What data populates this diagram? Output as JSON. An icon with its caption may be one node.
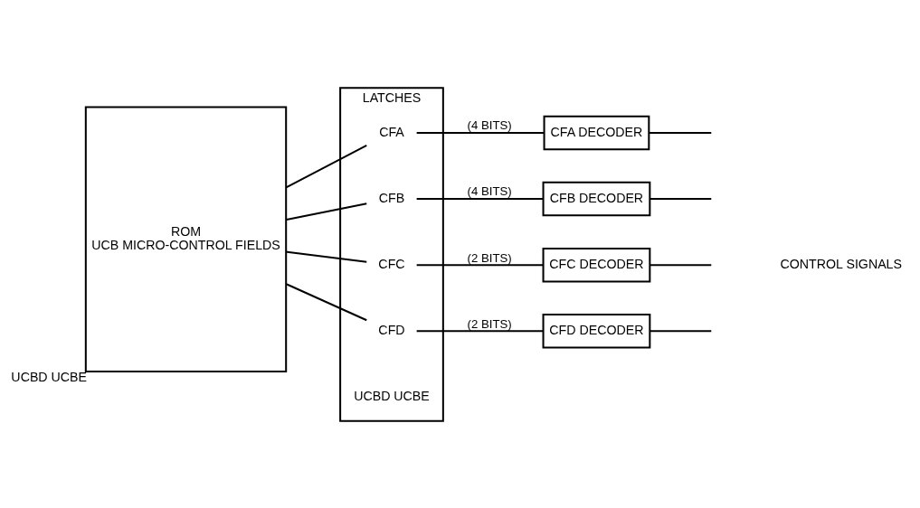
{
  "diagram": {
    "nodes": [
      {
        "text": [
          "ROM",
          "UCB MICRO-CONTROL FIELDS"
        ],
        "beside": [
          "UCBD UCBE"
        ]
      },
      {
        "text": [
          "LATCHES"
        ],
        "beside": [
          "UCBD UCBE"
        ]
      },
      {
        "text": [
          "CFA"
        ],
        "in": 1
      },
      {
        "text": [
          "CFB"
        ],
        "in": 1
      },
      {
        "text": [
          "CFC"
        ],
        "in": 1
      },
      {
        "text": [
          "CFD"
        ],
        "in": 1
      },
      {
        "text": [
          "CFA DECODER"
        ]
      },
      {
        "text": [
          "CFB DECODER"
        ]
      },
      {
        "text": [
          "CFC DECODER"
        ]
      },
      {
        "text": [
          "CFD DECODER"
        ]
      }
    ],
    "edges": [
      {
        "from": 0,
        "to": 2,
        "arrow": "none"
      },
      {
        "from": 0,
        "to": 3,
        "arrow": "none"
      },
      {
        "from": 0,
        "to": 4,
        "arrow": "none"
      },
      {
        "from": 0,
        "to": 5,
        "arrow": "none"
      },
      {
        "from": 2,
        "to": 6,
        "label": "(4 BITS)",
        "arrow": "none"
      },
      {
        "from": 3,
        "to": 7,
        "label": "(4 BITS)",
        "arrow": "none"
      },
      {
        "from": 4,
        "to": 8,
        "label": "(2 BITS)",
        "arrow": "none"
      },
      {
        "from": 5,
        "to": 9,
        "label": "(2 BITS)",
        "arrow": "none"
      },
      {
        "from": 6,
        "to": null,
        "arrow": "none"
      },
      {
        "from": 7,
        "to": null,
        "arrow": "none"
      },
      {
        "from": 8,
        "to": null,
        "arrow": "none"
      },
      {
        "from": 9,
        "to": null,
        "arrow": "none"
      }
    ],
    "labels": [
      "CONTROL SIGNALS"
    ]
  }
}
